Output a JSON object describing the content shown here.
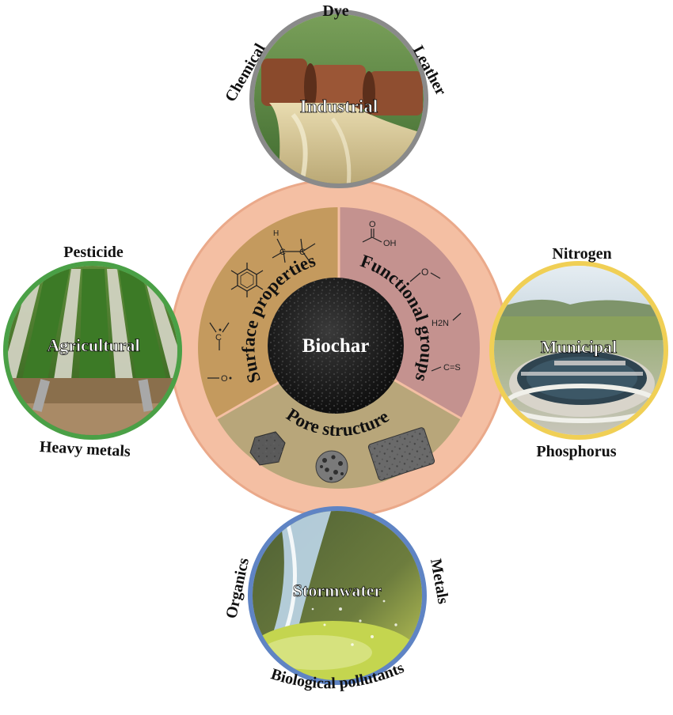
{
  "center": {
    "label": "Biochar"
  },
  "properties": [
    {
      "label": "Surface properties",
      "color": "#c49a5e"
    },
    {
      "label": "Functional groups",
      "color": "#c4928f"
    },
    {
      "label": "Pore structure",
      "color": "#b8a67a"
    }
  ],
  "chem": {
    "carboxyl_oh": "OH",
    "carboxyl_o": "O",
    "hydroxyl_o": "O",
    "amine": "H2N",
    "thio": "C=S",
    "radical_c": "C",
    "radical_o": "O",
    "ethane_c1": "C",
    "ethane_c2": "C",
    "ethane_h": "H"
  },
  "sources": {
    "industrial": {
      "label": "Industrial",
      "pollutants": [
        "Dye",
        "Chemical",
        "Leather"
      ]
    },
    "agricultural": {
      "label": "Agricultural",
      "pollutants": [
        "Pesticide",
        "Heavy metals"
      ]
    },
    "municipal": {
      "label": "Municipal",
      "pollutants": [
        "Nitrogen",
        "Phosphorus"
      ]
    },
    "stormwater": {
      "label": "Stormwater",
      "pollutants": [
        "Organics",
        "Metals",
        "Biological pollutants"
      ]
    }
  },
  "colors": {
    "outer_ring": "#f4bfa3",
    "ring_edge": "#eaa98a",
    "core": "#1e1e1e",
    "frame_grey": "#8a8a8a",
    "frame_green": "#4aa046",
    "frame_yellow": "#f0cf55",
    "frame_blue": "#5f84c4"
  }
}
